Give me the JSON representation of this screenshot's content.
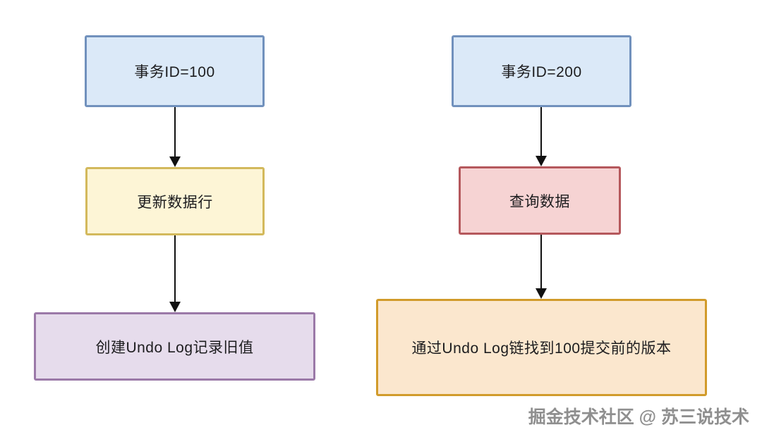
{
  "diagram": {
    "left_flow": {
      "nodes": [
        {
          "id": "transaction-100",
          "label": "事务ID=100",
          "fill": "#dbe9f8",
          "border": "#7191bd"
        },
        {
          "id": "update-row",
          "label": "更新数据行",
          "fill": "#fdf5d6",
          "border": "#d3b95c"
        },
        {
          "id": "create-undo-log",
          "label": "创建Undo Log记录旧值",
          "fill": "#e6dcec",
          "border": "#9b79a8"
        }
      ]
    },
    "right_flow": {
      "nodes": [
        {
          "id": "transaction-200",
          "label": "事务ID=200",
          "fill": "#dbe9f8",
          "border": "#7191bd"
        },
        {
          "id": "query-data",
          "label": "查询数据",
          "fill": "#f6d3d3",
          "border": "#b5585c"
        },
        {
          "id": "find-old-version",
          "label": "通过Undo Log链找到100提交前的版本",
          "fill": "#fbe7ce",
          "border": "#d19b2b"
        }
      ]
    },
    "arrow_color": "#111111",
    "watermark": "掘金技术社区 @ 苏三说技术"
  }
}
